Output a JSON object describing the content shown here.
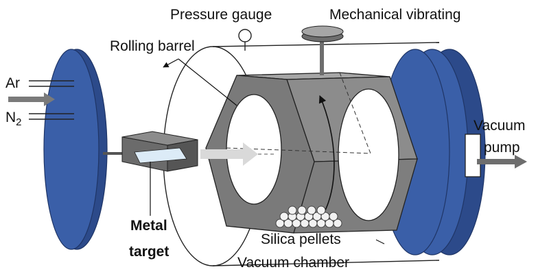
{
  "labels": {
    "pressure_gauge": "Pressure gauge",
    "mechanical_vibrating": "Mechanical vibrating",
    "rolling_barrel": "Rolling barrel",
    "ar": "Ar",
    "n2_main": "N",
    "n2_sub": "2",
    "vacuum_line1": "Vacuum",
    "vacuum_line2": "pump",
    "metal_line1": "Metal",
    "metal_line2": "target",
    "silica_pellets": "Silica  pellets",
    "vacuum_chamber": "Vacuum chamber"
  },
  "colors": {
    "flange_blue": "#3a5fa8",
    "flange_edge": "#1f3566",
    "barrel_face": "#8c8c8c",
    "barrel_top": "#a6a6a6",
    "barrel_dark": "#6e6e6e",
    "target_frame": "#6b6b6b",
    "target_plate": "#dcebf7",
    "arrow_fill": "#d9d9d9",
    "gas_arrow": "#7a7a7a",
    "pump_arrow": "#6e6e6e"
  }
}
